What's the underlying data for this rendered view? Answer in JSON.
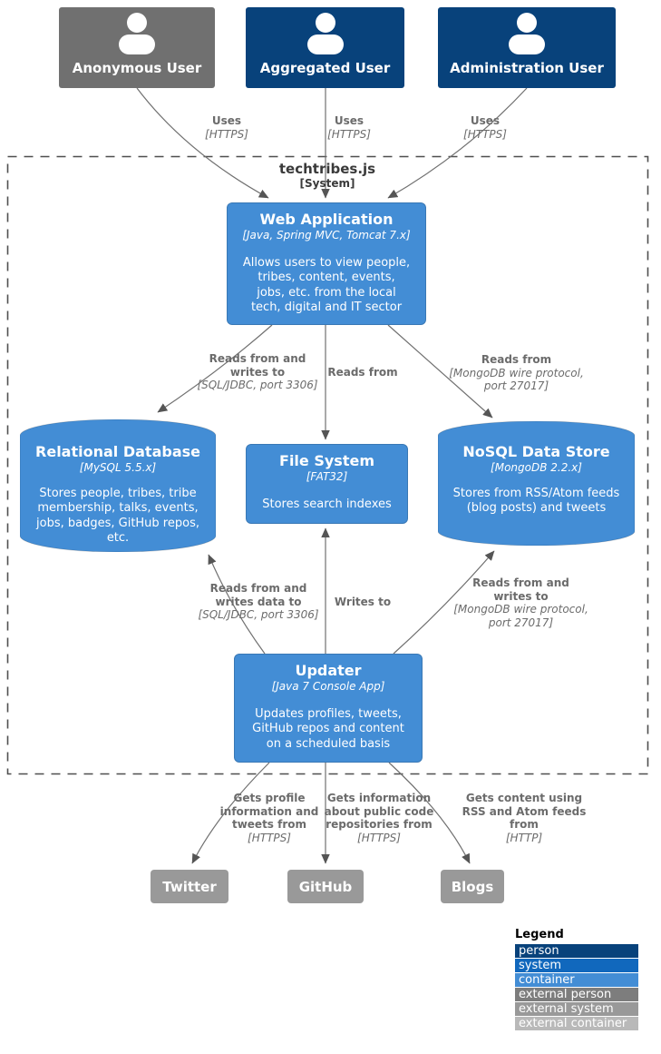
{
  "colors": {
    "person": "#08427b",
    "system": "#1168bd",
    "container": "#438dd5",
    "external_person": "#707070",
    "external_system": "#999999",
    "external_container": "#b9b9b9",
    "edge": "#707070",
    "label_text": "#6b6b6b"
  },
  "boundary": {
    "title": "techtribes.js",
    "subtitle": "[System]"
  },
  "actors": [
    {
      "name": "Anonymous User"
    },
    {
      "name": "Aggregated User"
    },
    {
      "name": "Administration User"
    }
  ],
  "nodes": {
    "web_app": {
      "title": "Web Application",
      "tech": "[Java, Spring MVC, Tomcat 7.x]",
      "desc": "Allows users to view people,\ntribes, content, events,\njobs, etc. from the local\ntech, digital and IT sector"
    },
    "rdb": {
      "title": "Relational Database",
      "tech": "[MySQL 5.5.x]",
      "desc": "Stores people, tribes, tribe\nmembership, talks, events,\njobs, badges, GitHub repos,\netc."
    },
    "fs": {
      "title": "File System",
      "tech": "[FAT32]",
      "desc": "Stores search indexes"
    },
    "nosql": {
      "title": "NoSQL Data Store",
      "tech": "[MongoDB 2.2.x]",
      "desc": "Stores from RSS/Atom feeds\n(blog posts) and tweets"
    },
    "updater": {
      "title": "Updater",
      "tech": "[Java 7 Console App]",
      "desc": "Updates profiles, tweets,\nGitHub repos and content\non a scheduled basis"
    }
  },
  "externals": [
    {
      "name": "Twitter"
    },
    {
      "name": "GitHub"
    },
    {
      "name": "Blogs"
    }
  ],
  "relationships": {
    "uses1": {
      "text": "Uses",
      "tech": "[HTTPS]"
    },
    "uses2": {
      "text": "Uses",
      "tech": "[HTTPS]"
    },
    "uses3": {
      "text": "Uses",
      "tech": "[HTTPS]"
    },
    "webapp_rdb": {
      "text": "Reads from and\nwrites to",
      "tech": "[SQL/JDBC, port 3306]"
    },
    "webapp_fs": {
      "text": "Reads from",
      "tech": ""
    },
    "webapp_nosql": {
      "text": "Reads from",
      "tech": "[MongoDB wire protocol,\nport 27017]"
    },
    "updater_rdb": {
      "text": "Reads from and\nwrites data to",
      "tech": "[SQL/JDBC, port 3306]"
    },
    "updater_fs": {
      "text": "Writes to",
      "tech": ""
    },
    "updater_nosql": {
      "text": "Reads from and\nwrites to",
      "tech": "[MongoDB wire protocol,\nport 27017]"
    },
    "updater_twitter": {
      "text": "Gets profile\ninformation and\ntweets from",
      "tech": "[HTTPS]"
    },
    "updater_github": {
      "text": "Gets information\nabout public code\nrepositories from",
      "tech": "[HTTPS]"
    },
    "updater_blogs": {
      "text": "Gets content using\nRSS and Atom feeds\nfrom",
      "tech": "[HTTP]"
    }
  },
  "legend": {
    "title": "Legend",
    "items": [
      {
        "label": "person",
        "color": "#08427b"
      },
      {
        "label": "system",
        "color": "#1168bd"
      },
      {
        "label": "container",
        "color": "#438dd5"
      },
      {
        "label": "external person",
        "color": "#7d7d7d"
      },
      {
        "label": "external system",
        "color": "#999999"
      },
      {
        "label": "external container",
        "color": "#b9b9b9"
      }
    ]
  }
}
